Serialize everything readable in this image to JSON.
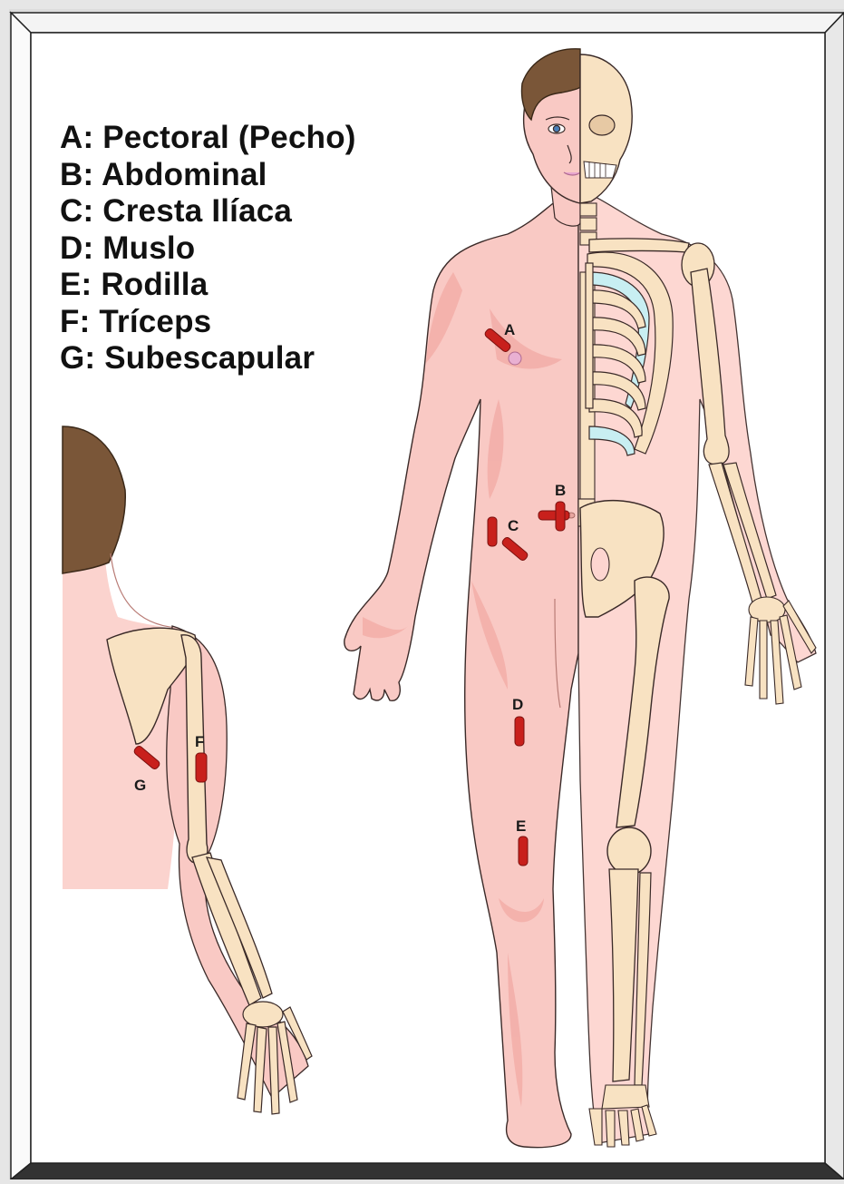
{
  "legend": [
    {
      "letter": "A",
      "text": "A: Pectoral (Pecho)"
    },
    {
      "letter": "B",
      "text": "B: Abdominal"
    },
    {
      "letter": "C",
      "text": "C: Cresta Ilíaca"
    },
    {
      "letter": "D",
      "text": "D: Muslo"
    },
    {
      "letter": "E",
      "text": "E: Rodilla"
    },
    {
      "letter": "F",
      "text": "F: Tríceps"
    },
    {
      "letter": "G",
      "text": "G: Subescapular"
    }
  ],
  "sites": {
    "A": "A",
    "B": "B",
    "C": "C",
    "D": "D",
    "E": "E",
    "F": "F",
    "G": "G"
  },
  "colors": {
    "skin": "#f9c9c4",
    "skin_shadow": "#f2a9a4",
    "bone": "#f8e2c2",
    "cartilage": "#c8eef2",
    "hair": "#7a5638",
    "marker": "#c8201c",
    "frame_dark": "#333333",
    "page": "#ffffff"
  }
}
